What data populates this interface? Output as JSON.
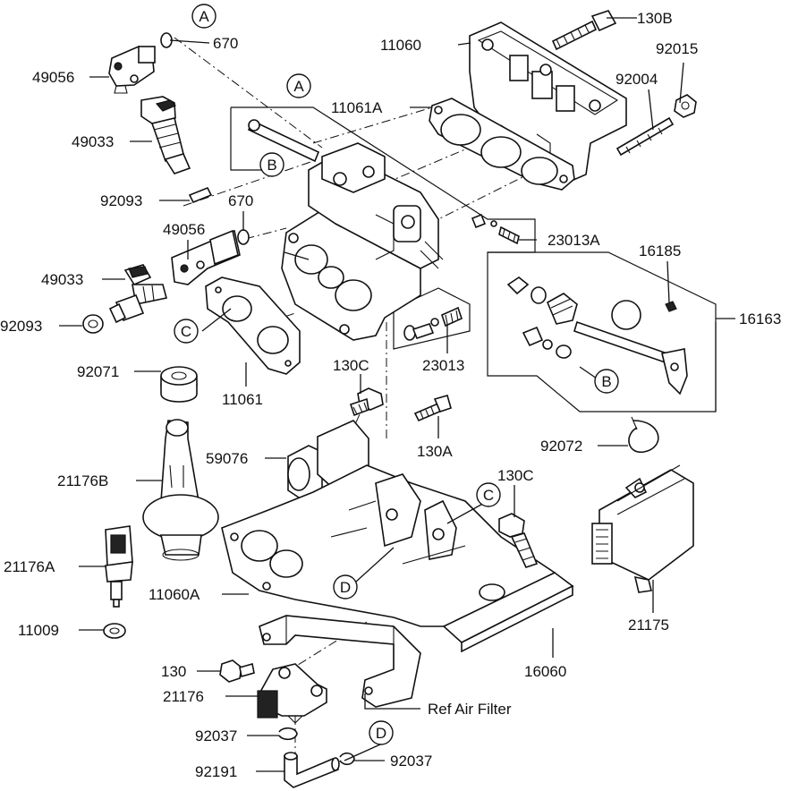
{
  "part_labels": {
    "p130B": "130B",
    "p11060": "11060",
    "p92015": "92015",
    "p92004": "92004",
    "p11061A": "11061A",
    "p670a": "670",
    "p49056a": "49056",
    "p49033a": "49033",
    "p92093a": "92093",
    "p670b": "670",
    "p49056b": "49056",
    "p49033b": "49033",
    "p92093b": "92093",
    "p23013A": "23013A",
    "p16185": "16185",
    "p16163": "16163",
    "p23013": "23013",
    "p92071": "92071",
    "p11061": "11061",
    "p130C_top": "130C",
    "p130A": "130A",
    "p92072": "92072",
    "p59076": "59076",
    "p21176B": "21176B",
    "p130C_mid": "130C",
    "p21176A": "21176A",
    "p11060A": "11060A",
    "p11009": "11009",
    "p21175": "21175",
    "p16060": "16060",
    "p130": "130",
    "p21176": "21176",
    "pRefAir": "Ref Air Filter",
    "p92037a": "92037",
    "p92037b": "92037",
    "p92191": "92191"
  },
  "ref_markers": {
    "A_top": "A",
    "A_mid": "A",
    "B_top": "B",
    "B_right": "B",
    "C_left": "C",
    "C_right": "C",
    "D_mid": "D",
    "D_bottom": "D"
  }
}
